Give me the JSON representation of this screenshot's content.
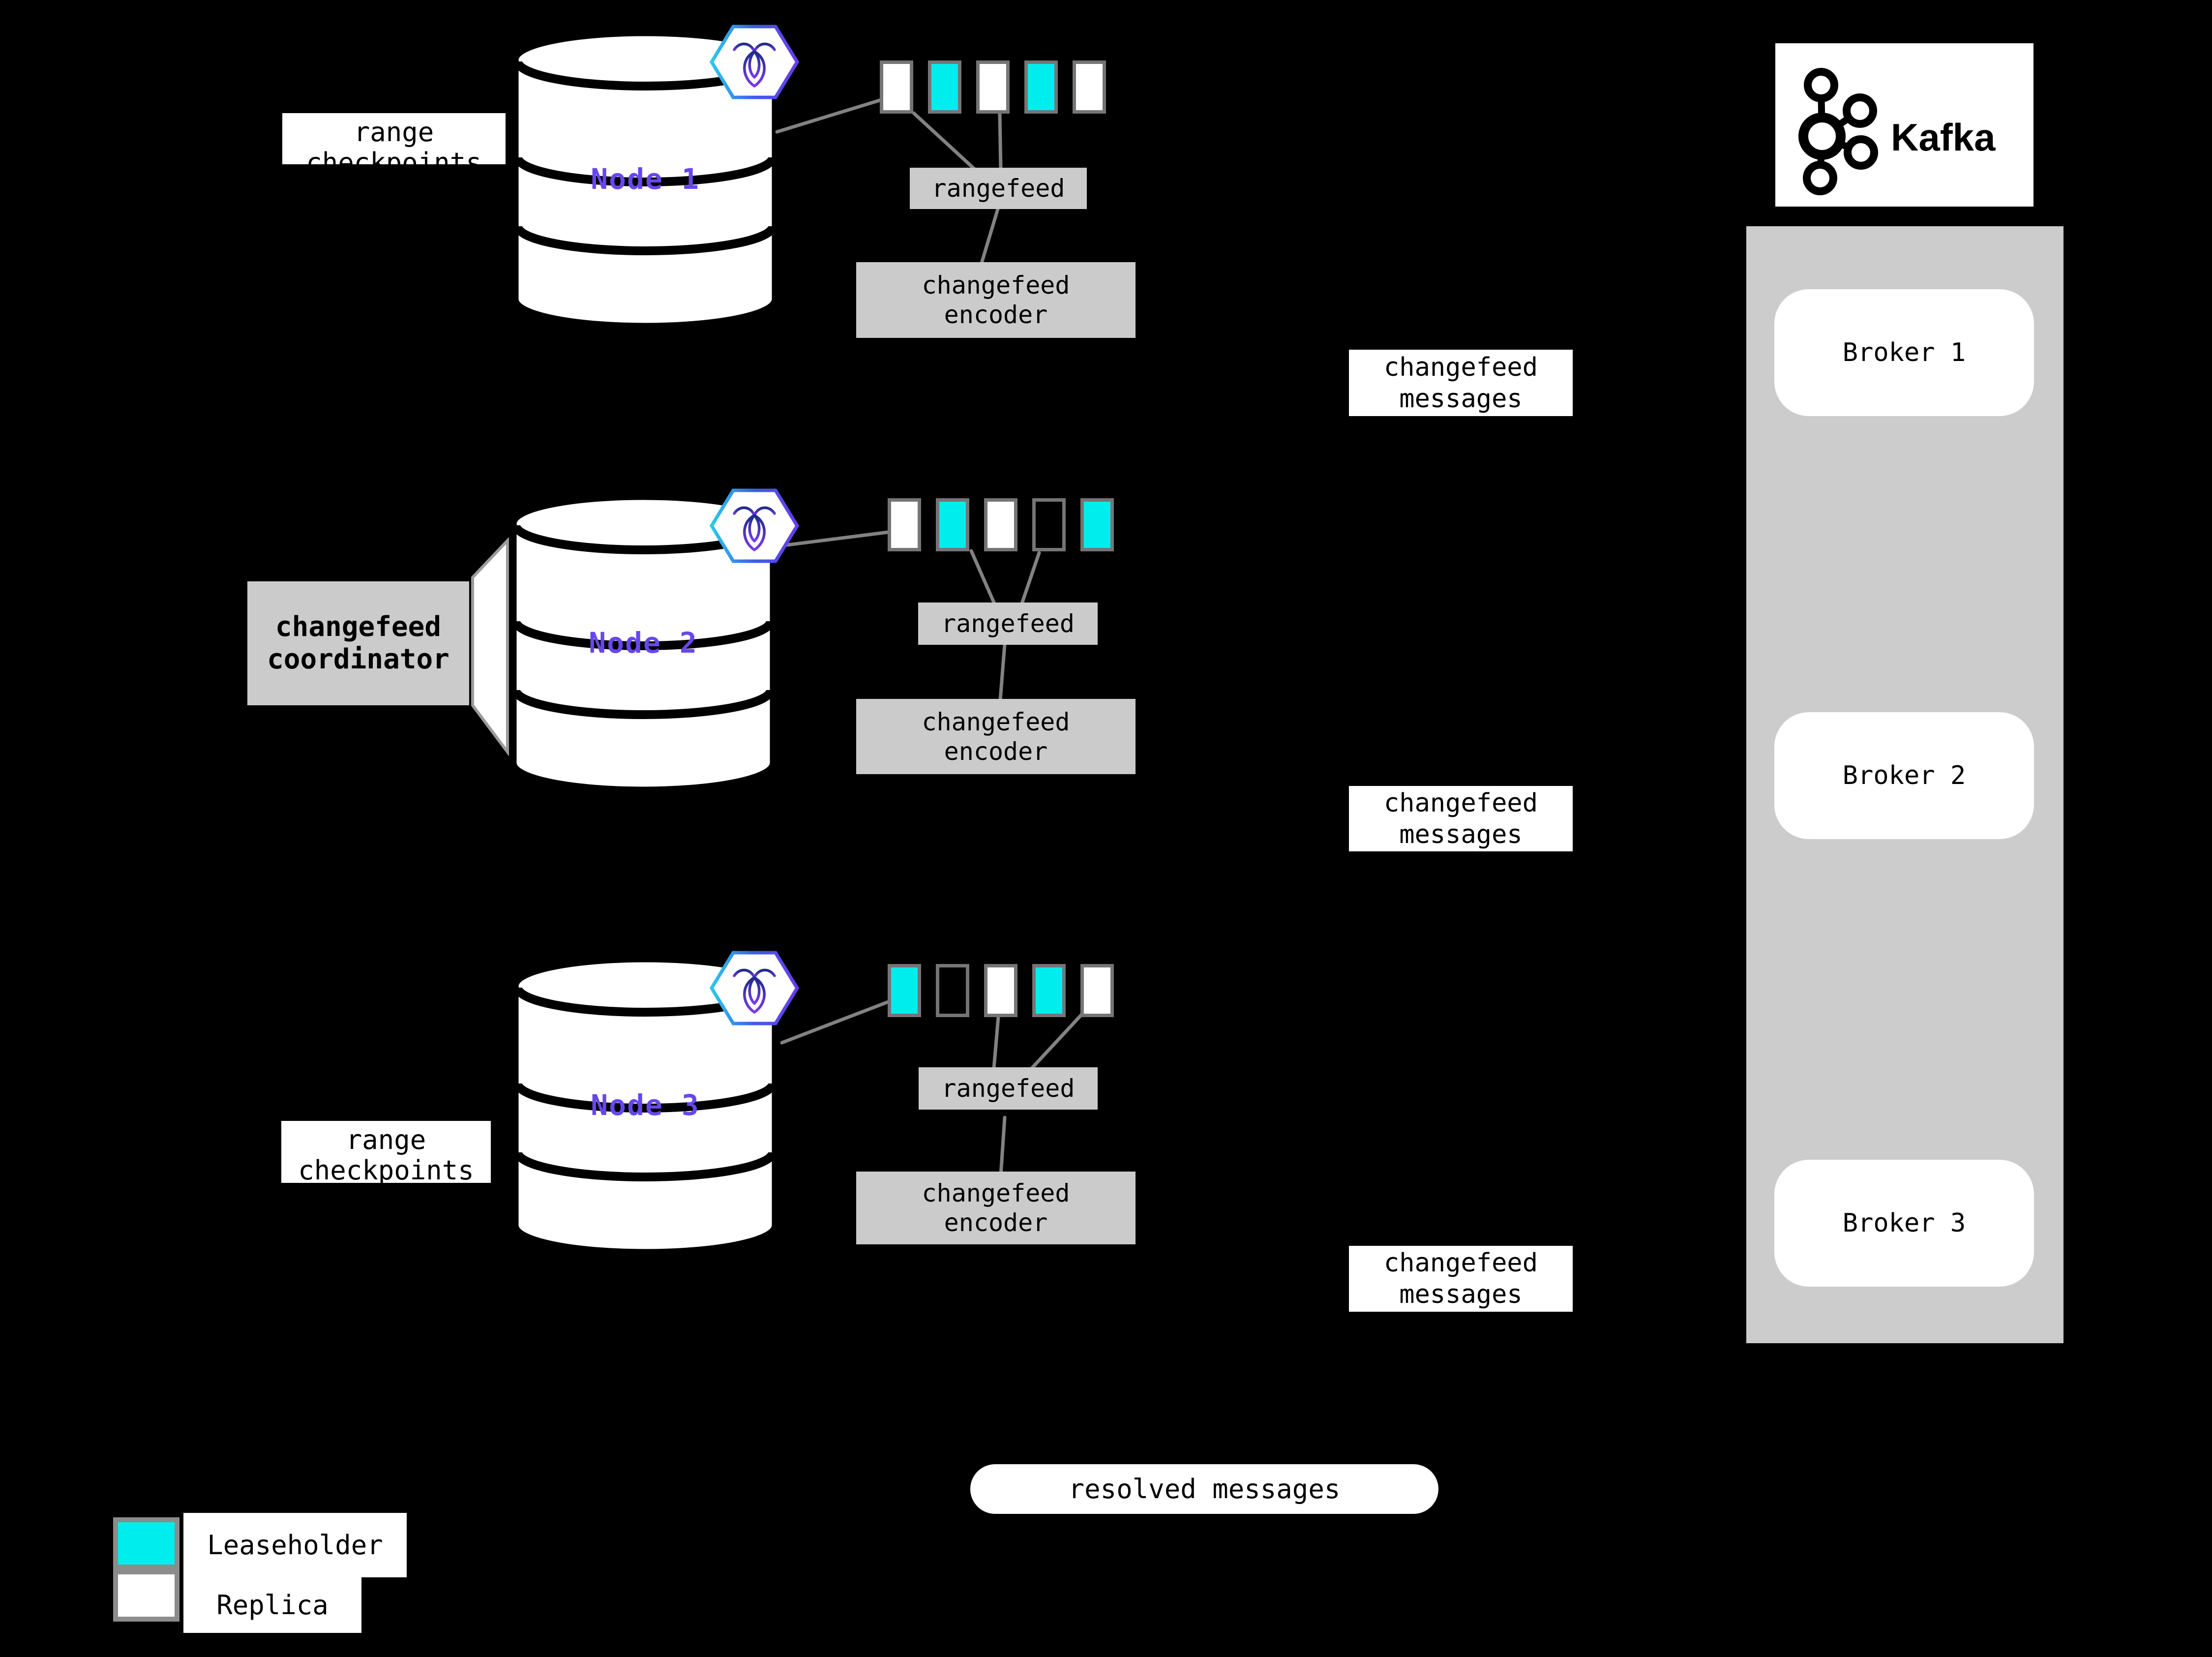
{
  "diagram": {
    "nodes": [
      {
        "label": "Node 1",
        "side_label": "range checkpoints",
        "rangefeed_label": "rangefeed",
        "encoder_label": "changefeed encoder",
        "message_label": "changefeed messages",
        "ranges": [
          "replica",
          "leaseholder",
          "replica",
          "leaseholder",
          "replica"
        ]
      },
      {
        "label": "Node 2",
        "side_label": "changefeed coordinator",
        "rangefeed_label": "rangefeed",
        "encoder_label": "changefeed encoder",
        "message_label": "changefeed messages",
        "ranges": [
          "replica",
          "leaseholder",
          "replica",
          "outline",
          "leaseholder"
        ]
      },
      {
        "label": "Node 3",
        "side_label": "range checkpoints",
        "rangefeed_label": "rangefeed",
        "encoder_label": "changefeed encoder",
        "message_label": "changefeed messages",
        "ranges": [
          "leaseholder",
          "outline",
          "replica",
          "leaseholder",
          "replica"
        ]
      }
    ],
    "kafka": {
      "brand": "Kafka",
      "brokers": [
        {
          "label": "Broker 1"
        },
        {
          "label": "Broker 2"
        },
        {
          "label": "Broker 3"
        }
      ]
    },
    "resolved_label": "resolved messages",
    "legend": {
      "items": [
        {
          "label": "Leaseholder",
          "type": "leaseholder"
        },
        {
          "label": "Replica",
          "type": "replica"
        }
      ]
    },
    "colors": {
      "leaseholder": "#00EDED",
      "replica": "#FFFFFF",
      "outline_fill": "#000000",
      "node_label": "#6747ED",
      "box_gray": "#CBCBCB",
      "line_gray": "#828282",
      "border_gray": "#757575"
    }
  }
}
